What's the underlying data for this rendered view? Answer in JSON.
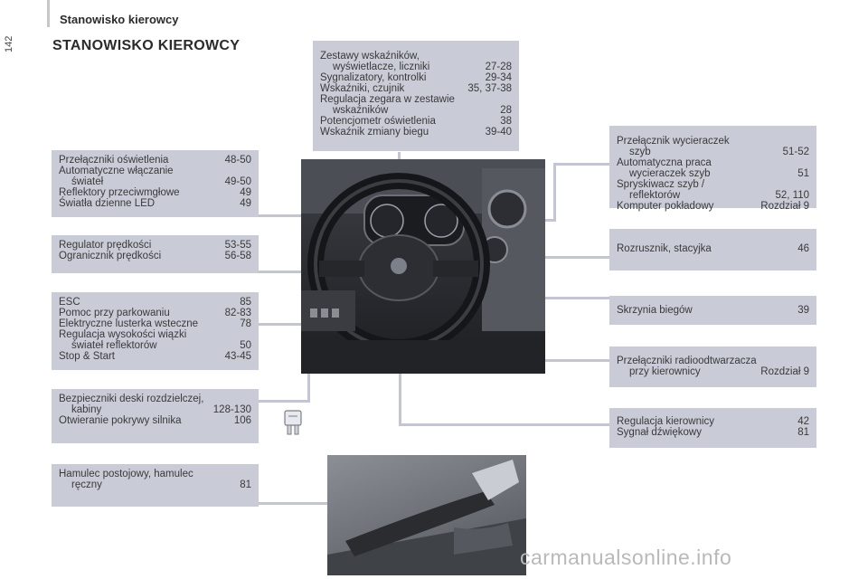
{
  "header": {
    "title": "Stanowisko kierowcy",
    "page_number": "142"
  },
  "main_title": "STANOWISKO KIEROWCY",
  "boxes": {
    "instruments": [
      {
        "label": "Zestawy wskaźników,",
        "page": ""
      },
      {
        "label": "wyświetlacze, liczniki",
        "page": "27-28",
        "indent": true
      },
      {
        "label": "Sygnalizatory, kontrolki",
        "page": "29-34"
      },
      {
        "label": "Wskaźniki, czujnik",
        "page": "35, 37-38"
      },
      {
        "label": "Regulacja zegara w zestawie",
        "page": ""
      },
      {
        "label": "wskaźników",
        "page": "28",
        "indent": true
      },
      {
        "label": "Potencjometr oświetlenia",
        "page": "38"
      },
      {
        "label": "Wskaźnik zmiany biegu",
        "page": "39-40"
      }
    ],
    "lighting": [
      {
        "label": "Przełączniki oświetlenia",
        "page": "48-50"
      },
      {
        "label": "Automatyczne włączanie",
        "page": ""
      },
      {
        "label": "świateł",
        "page": "49-50",
        "indent": true
      },
      {
        "label": "Reflektory przeciwmgłowe",
        "page": "49"
      },
      {
        "label": "Światła dzienne LED",
        "page": "49"
      }
    ],
    "speed": [
      {
        "label": "Regulator prędkości",
        "page": "53-55"
      },
      {
        "label": "Ogranicznik prędkości",
        "page": "56-58"
      }
    ],
    "esc": [
      {
        "label": "ESC",
        "page": "85"
      },
      {
        "label": "Pomoc przy parkowaniu",
        "page": "82-83"
      },
      {
        "label": "Elektryczne lusterka wsteczne",
        "page": "78"
      },
      {
        "label": "Regulacja wysokości wiązki",
        "page": ""
      },
      {
        "label": "świateł reflektorów",
        "page": "50",
        "indent": true
      },
      {
        "label": "Stop & Start",
        "page": "43-45"
      }
    ],
    "fuses": [
      {
        "label": "Bezpieczniki deski rozdzielczej,",
        "page": ""
      },
      {
        "label": "kabiny",
        "page": "128-130",
        "indent": true
      },
      {
        "label": "Otwieranie pokrywy silnika",
        "page": "106"
      }
    ],
    "handbrake": [
      {
        "label": "Hamulec postojowy, hamulec",
        "page": ""
      },
      {
        "label": "ręczny",
        "page": "81",
        "indent": true
      }
    ],
    "wipers": [
      {
        "label": "Przełącznik wycieraczek",
        "page": ""
      },
      {
        "label": "szyb",
        "page": "51-52",
        "indent": true
      },
      {
        "label": "Automatyczna praca",
        "page": ""
      },
      {
        "label": "wycieraczek szyb",
        "page": "51",
        "indent": true
      },
      {
        "label": "Spryskiwacz szyb /",
        "page": ""
      },
      {
        "label": "reflektorów",
        "page": "52, 110",
        "indent": true
      },
      {
        "label": "Komputer pokładowy",
        "page": "Rozdział 9"
      }
    ],
    "ignition": [
      {
        "label": "Rozrusznik, stacyjka",
        "page": "46"
      }
    ],
    "gearbox": [
      {
        "label": "Skrzynia biegów",
        "page": "39"
      }
    ],
    "radio": [
      {
        "label": "Przełączniki radioodtwarzacza",
        "page": ""
      },
      {
        "label": "przy kierownicy",
        "page": "Rozdział 9",
        "indent": true
      }
    ],
    "steering": [
      {
        "label": "Regulacja kierownicy",
        "page": "42"
      },
      {
        "label": "Sygnał dźwiękowy",
        "page": "81"
      }
    ]
  },
  "watermark": "carmanualsonline.info",
  "colors": {
    "box": "#c9cbd6",
    "line": "#c3c6d2",
    "text": "#3a3a3a"
  }
}
